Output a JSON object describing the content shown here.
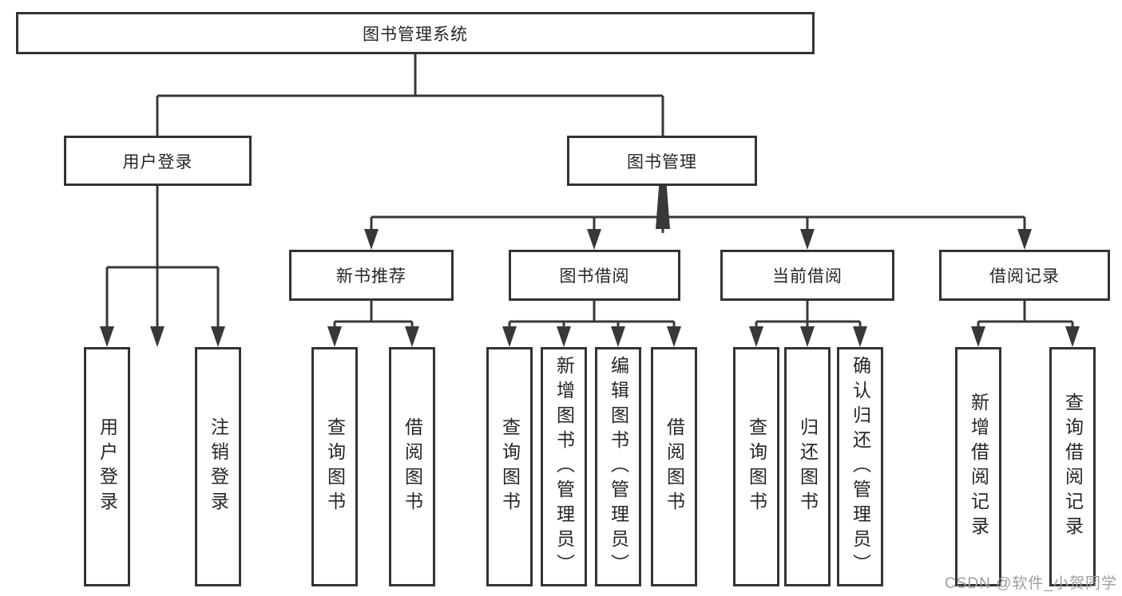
{
  "tree": {
    "label": "图书管理系统",
    "children": [
      {
        "label": "用户登录",
        "children": [
          {
            "label": "用户登录"
          },
          {
            "label": "注销登录"
          }
        ]
      },
      {
        "label": "图书管理",
        "children": [
          {
            "label": "新书推荐",
            "children": [
              {
                "label": "查询图书"
              },
              {
                "label": "借阅图书"
              }
            ]
          },
          {
            "label": "图书借阅",
            "children": [
              {
                "label": "查询图书"
              },
              {
                "label": "新增图书（管理员）"
              },
              {
                "label": "编辑图书（管理员）"
              },
              {
                "label": "借阅图书"
              }
            ]
          },
          {
            "label": "当前借阅",
            "children": [
              {
                "label": "查询图书"
              },
              {
                "label": "归还图书"
              },
              {
                "label": "确认归还（管理员）"
              }
            ]
          },
          {
            "label": "借阅记录",
            "children": [
              {
                "label": "新增借阅记录"
              },
              {
                "label": "查询借阅记录"
              }
            ]
          }
        ]
      }
    ]
  },
  "watermark": {
    "text": "CSDN @软件_小贺同学"
  },
  "colors": {
    "line": "#383838",
    "box_border": "#333333",
    "text": "#262626",
    "watermark": "#9e9e9e",
    "background": "#ffffff"
  }
}
